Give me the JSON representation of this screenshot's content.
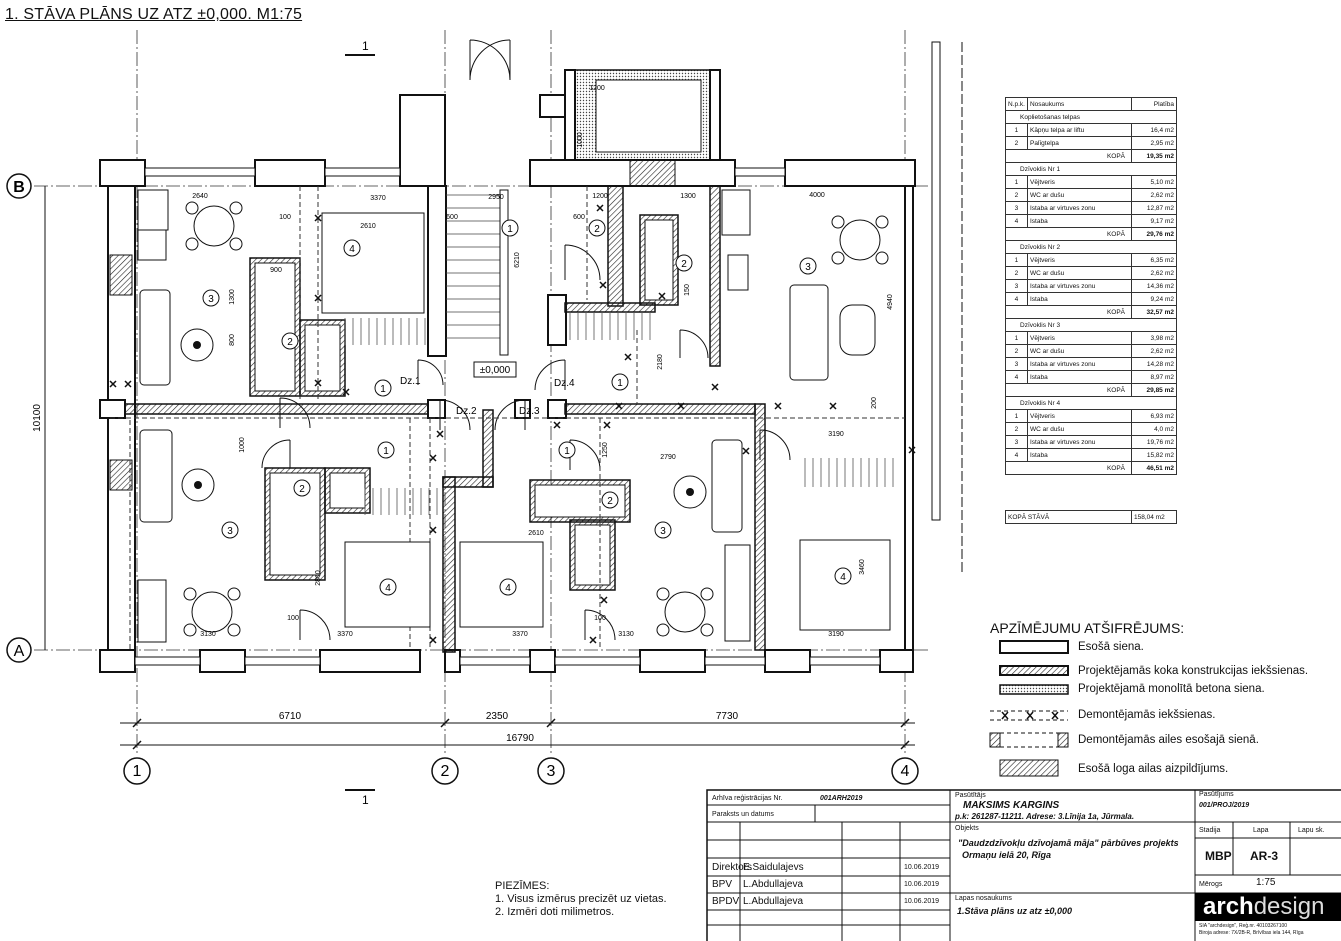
{
  "title": "1. STĀVA PLĀNS UZ ATZ ±0,000. M1:75",
  "grid": {
    "axes_x": [
      "1",
      "2",
      "3",
      "4"
    ],
    "axes_y": [
      "B",
      "A"
    ],
    "section_mark": "1"
  },
  "overall_dims": {
    "d1": "6710",
    "d2": "2350",
    "d3": "7730",
    "total": "16790",
    "height": "10100"
  },
  "room_numbers": [
    "3",
    "4",
    "2",
    "1",
    "1",
    "1",
    "2",
    "2",
    "3",
    "3",
    "2",
    "1",
    "4",
    "4",
    "1",
    "2",
    "3",
    "4"
  ],
  "door_labels": [
    "Dz.1",
    "Dz.2",
    "Dz.3",
    "Dz.4"
  ],
  "level_mark": "±0,000",
  "dim_labels": [
    "2640",
    "3370",
    "2610",
    "2950",
    "1200",
    "1000",
    "1200",
    "1300",
    "4000",
    "3190",
    "2790",
    "2610",
    "3130",
    "3370",
    "3370",
    "3130",
    "3190",
    "6210",
    "4940",
    "2180",
    "100",
    "100",
    "100",
    "1250",
    "1000",
    "1300",
    "800",
    "2860",
    "3460",
    "150",
    "200",
    "600",
    "600",
    "900"
  ],
  "area_table": {
    "headers": [
      "N.p.k.",
      "Nosaukums",
      "Platība"
    ],
    "sections": [
      {
        "title": "Koplietošanas telpas",
        "rows": [
          [
            "1",
            "Kāpņu telpa ar liftu",
            "16,4 m2"
          ],
          [
            "2",
            "Palīgtelpa",
            "2,95 m2"
          ]
        ],
        "total_label": "KOPĀ",
        "total": "19,35 m2"
      },
      {
        "title": "Dzīvoklis Nr 1",
        "rows": [
          [
            "1",
            "Vējtveris",
            "5,10 m2"
          ],
          [
            "2",
            "WC ar dušu",
            "2,62 m2"
          ],
          [
            "3",
            "Istaba ar virtuves zonu",
            "12,87 m2"
          ],
          [
            "4",
            "Istaba",
            "9,17 m2"
          ]
        ],
        "total_label": "KOPĀ",
        "total": "29,76 m2"
      },
      {
        "title": "Dzīvoklis Nr 2",
        "rows": [
          [
            "1",
            "Vējtveris",
            "6,35 m2"
          ],
          [
            "2",
            "WC ar dušu",
            "2,62 m2"
          ],
          [
            "3",
            "Istaba ar virtuves zonu",
            "14,36 m2"
          ],
          [
            "4",
            "Istaba",
            "9,24 m2"
          ]
        ],
        "total_label": "KOPĀ",
        "total": "32,57 m2"
      },
      {
        "title": "Dzīvoklis Nr 3",
        "rows": [
          [
            "1",
            "Vējtveris",
            "3,98 m2"
          ],
          [
            "2",
            "WC ar dušu",
            "2,62 m2"
          ],
          [
            "3",
            "Istaba ar virtuves zonu",
            "14,28 m2"
          ],
          [
            "4",
            "Istaba",
            "8,97 m2"
          ]
        ],
        "total_label": "KOPĀ",
        "total": "29,85 m2"
      },
      {
        "title": "Dzīvoklis Nr 4",
        "rows": [
          [
            "1",
            "Vējtveris",
            "6,93 m2"
          ],
          [
            "2",
            "WC ar dušu",
            "4,0 m2"
          ],
          [
            "3",
            "Istaba ar virtuves zonu",
            "19,76 m2"
          ],
          [
            "4",
            "Istaba",
            "15,82 m2"
          ]
        ],
        "total_label": "KOPĀ",
        "total": "46,51 m2"
      }
    ],
    "grand_total_label": "KOPĀ STĀVĀ",
    "grand_total": "158,04 m2"
  },
  "legend": {
    "title": "APZĪMĒJUMU ATŠIFRĒJUMS:",
    "items": [
      "Esošā siena.",
      "Projektējamās koka konstrukcijas iekšsienas.",
      "Projektējamā monolītā betona siena.",
      "Demontējamās iekšsienas.",
      "Demontējamās ailes esošajā sienā.",
      "Esošā loga ailas aizpildījums."
    ]
  },
  "notes": {
    "title": "PIEZĪMES:",
    "items": [
      "1. Visus izmērus precizēt uz vietas.",
      "2. Izmēri doti milimetros."
    ]
  },
  "title_block": {
    "archive_label": "Arhīva reģistrācijas Nr.",
    "archive_no": "001ARH2019",
    "signature_label": "Paraksts un datums",
    "staff": [
      [
        "Direktors",
        "E.Saidulajevs",
        "10.06.2019"
      ],
      [
        "BPV",
        "L.Abdullajeva",
        "10.06.2019"
      ],
      [
        "BPDV",
        "L.Abdullajeva",
        "10.06.2019"
      ]
    ],
    "client_label": "Pasūtītājs",
    "client_name": "MAKSIMS KARGINS",
    "client_details": "p.k: 261287-11211. Adrese: 3.Līnija 1a, Jūrmala.",
    "object_label": "Objekts",
    "object_line1": "\"Daudzdzīvokļu dzīvojamā māja\" pārbūves projekts",
    "object_line2": "Ormaņu ielā 20, Rīga",
    "sheet_name_label": "Lapas nosaukums",
    "sheet_name": "1.Stāva plāns uz atz ±0,000",
    "order_label": "Pasūtījums",
    "order_no": "001/PROJ/2019",
    "stage_label": "Stadija",
    "page_label": "Lapa",
    "pages_label": "Lapu sk.",
    "stage": "MBP",
    "page": "AR-3",
    "scale_label": "Mērogs",
    "scale": "1:75",
    "logo_bold": "arch",
    "logo_light": "design",
    "company_line1": "SIA \"archdesign\", Reģ.nr. 40103267100",
    "company_line2": "Biroja adrese: 7X/2B-R, Brīvības iela 144, Rīga"
  }
}
